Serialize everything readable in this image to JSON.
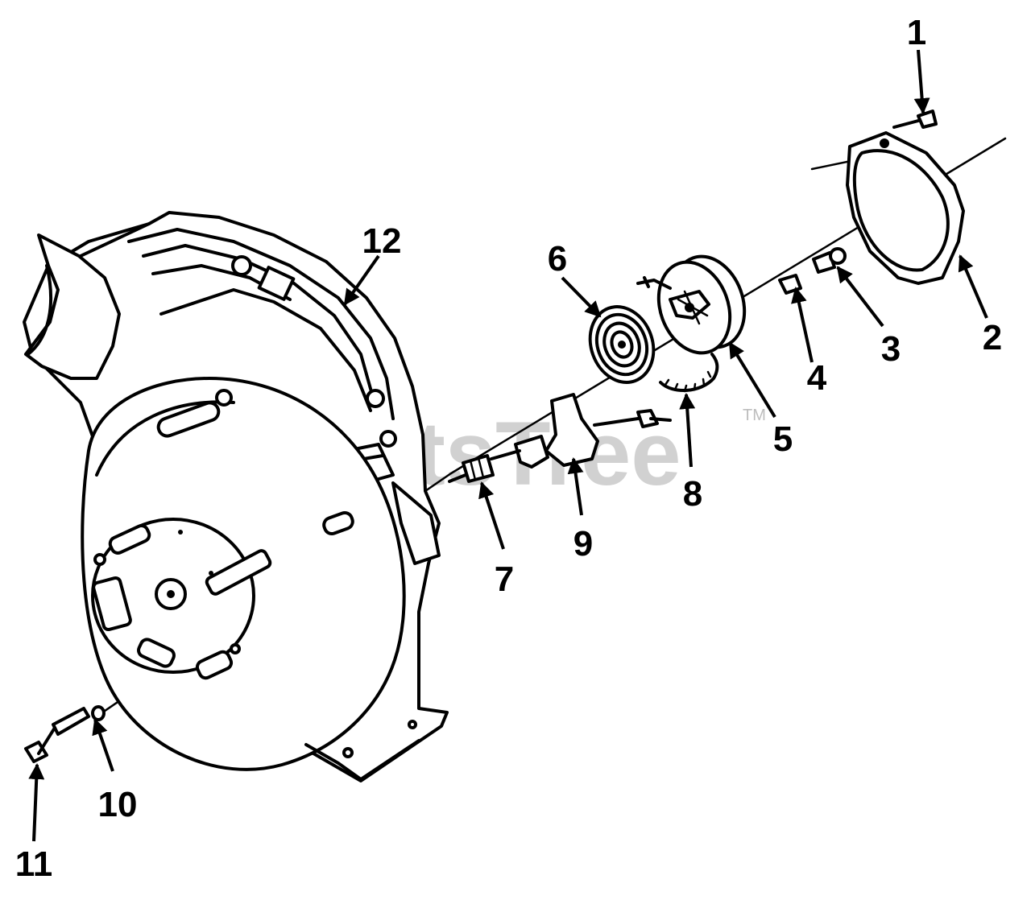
{
  "watermark": {
    "text": "PartsTree",
    "trademark": "TM"
  },
  "callouts": [
    {
      "id": "1",
      "label": "1"
    },
    {
      "id": "2",
      "label": "2"
    },
    {
      "id": "3",
      "label": "3"
    },
    {
      "id": "4",
      "label": "4"
    },
    {
      "id": "5",
      "label": "5"
    },
    {
      "id": "6",
      "label": "6"
    },
    {
      "id": "7",
      "label": "7"
    },
    {
      "id": "8",
      "label": "8"
    },
    {
      "id": "9",
      "label": "9"
    },
    {
      "id": "10",
      "label": "10"
    },
    {
      "id": "11",
      "label": "11"
    },
    {
      "id": "12",
      "label": "12"
    }
  ],
  "colors": {
    "line": "#000000",
    "watermark": "#c9c9c9",
    "background": "#ffffff"
  }
}
